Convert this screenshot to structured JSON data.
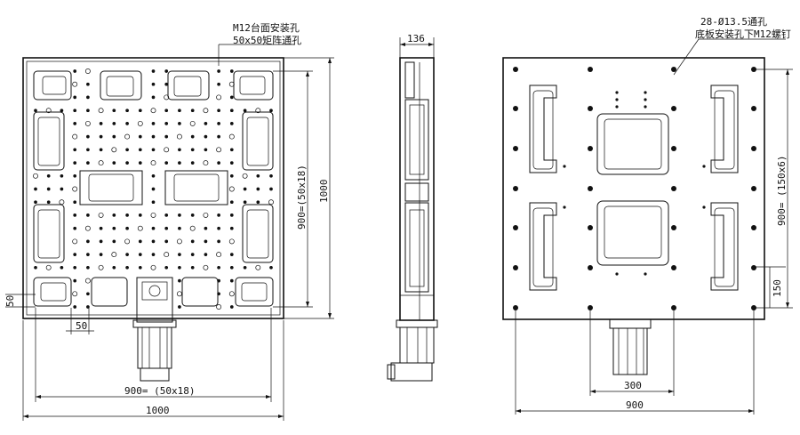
{
  "front_view": {
    "callout_line1": "M12台面安装孔",
    "callout_line2": "50x50矩阵通孔",
    "dim_pitch_horizontal": "900= (50x18)",
    "dim_overall_horizontal": "1000",
    "dim_pitch_vertical": "900=(50x18)",
    "dim_overall_vertical": "1000",
    "dim_edge_left": "50",
    "dim_edge_bottom": "50"
  },
  "side_view": {
    "dim_width": "136"
  },
  "bottom_view": {
    "callout_line1": "28-Ø13.5通孔",
    "callout_line2": "底板安装孔下M12螺钉",
    "dim_pitch_vertical": "900= (150x6)",
    "dim_edge_vertical": "150",
    "dim_motor_width": "300",
    "dim_overall_horizontal": "900"
  }
}
